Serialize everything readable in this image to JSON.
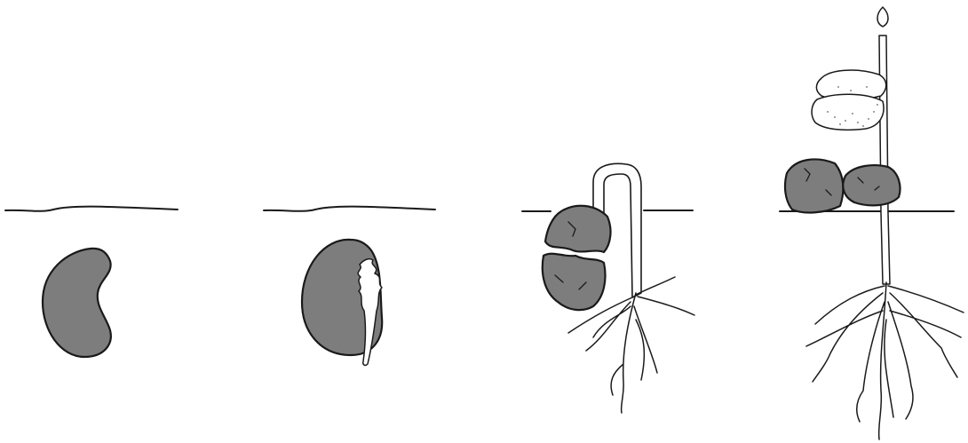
{
  "diagram": {
    "stages": [
      {
        "id": "stage-1",
        "depicts": "seed-in-soil"
      },
      {
        "id": "stage-2",
        "depicts": "radicle-emerging"
      },
      {
        "id": "stage-3",
        "depicts": "hypocotyl-hook-breaking-surface"
      },
      {
        "id": "stage-4",
        "depicts": "seedling-with-cotyledons"
      }
    ],
    "colors": {
      "seed_fill": "#7d7d7d",
      "outline": "#1a1a1a",
      "background": "#ffffff",
      "cotyledon_fill": "#ffffff"
    }
  }
}
